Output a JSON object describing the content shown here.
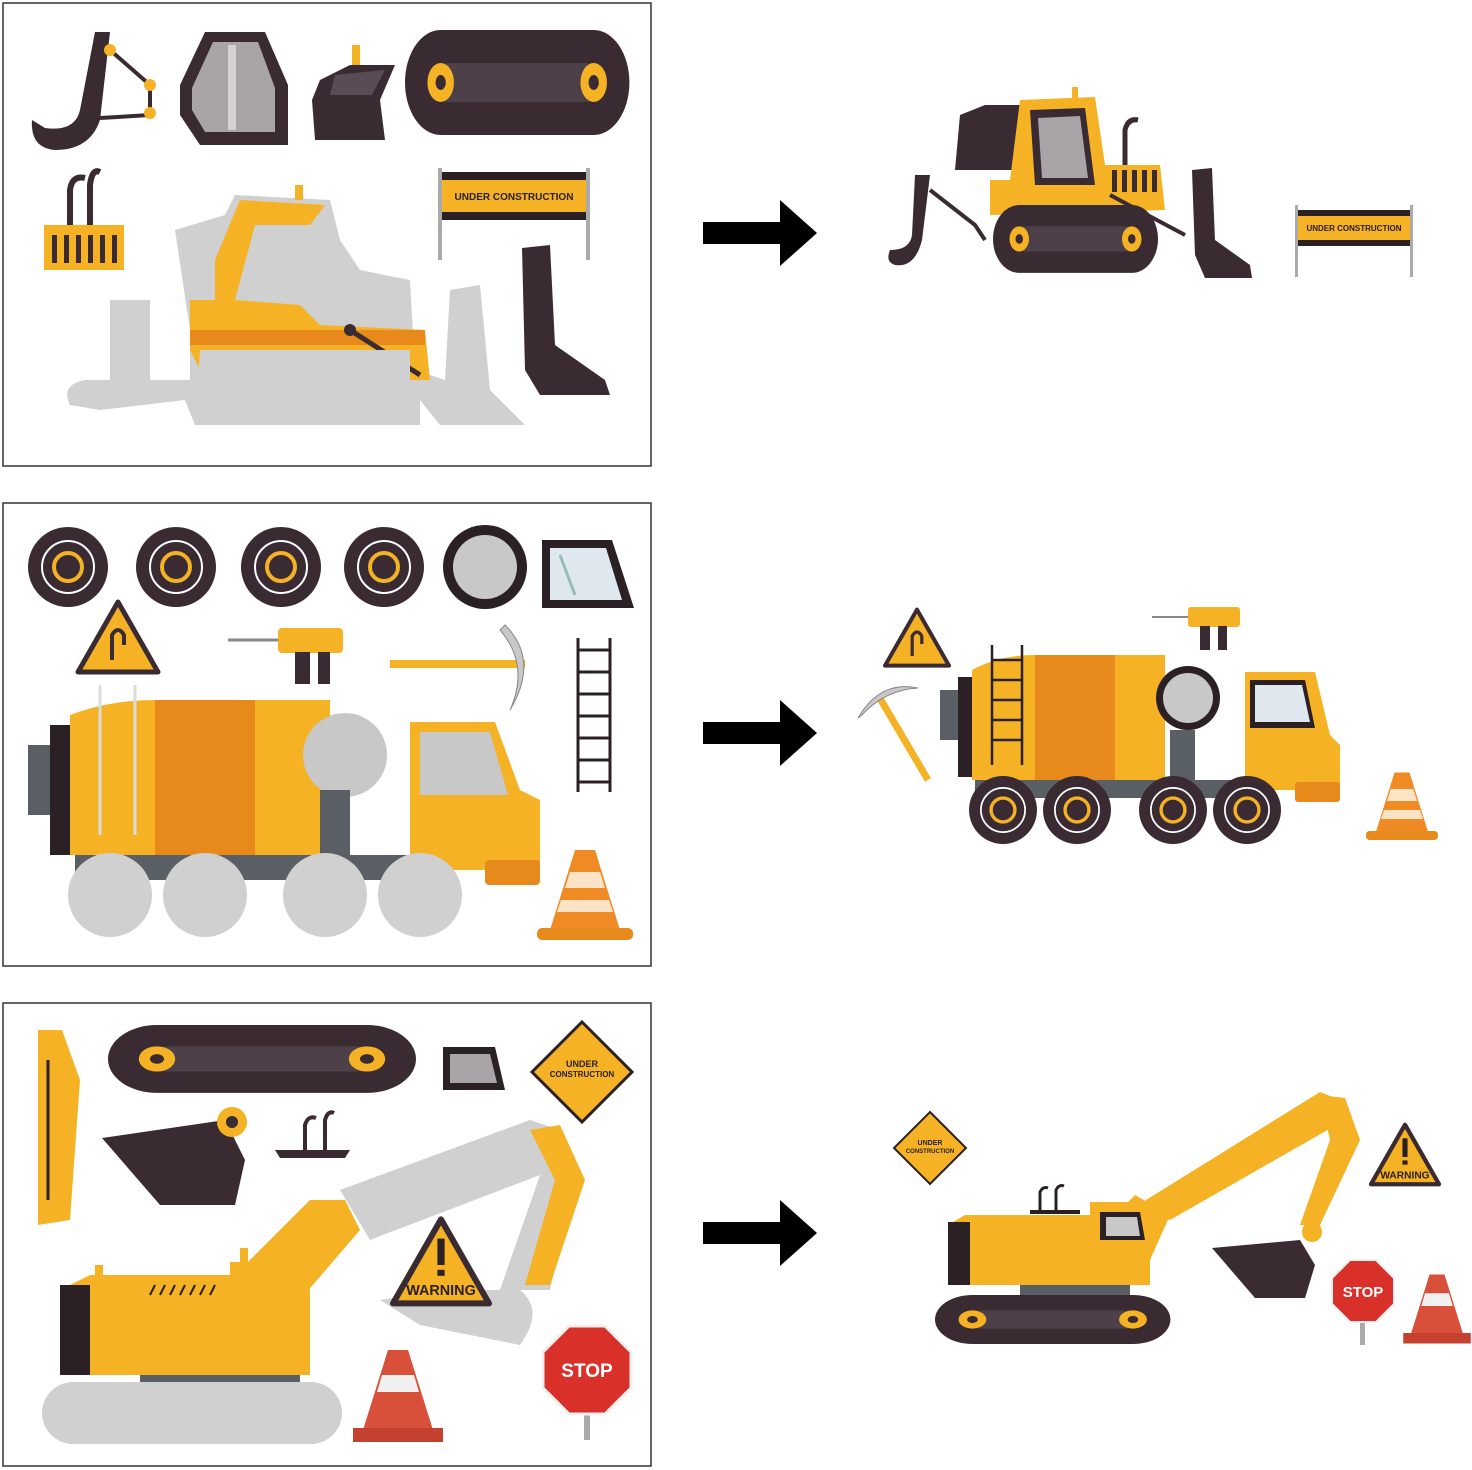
{
  "sheets": [
    {
      "name": "bulldozer",
      "barrier_label": "UNDER CONSTRUCTION"
    },
    {
      "name": "cement-mixer"
    },
    {
      "name": "excavator",
      "diamond_label_1": "UNDER",
      "diamond_label_2": "CONSTRUCTION",
      "warning_label": "WARNING",
      "stop_label": "STOP"
    }
  ],
  "colors": {
    "yellow": "#f4b224",
    "orange": "#e8891c",
    "dark": "#3a2b33",
    "gray": "#c8c8c8",
    "cone_orange": "#f08a24",
    "stop_red": "#d9302a"
  }
}
